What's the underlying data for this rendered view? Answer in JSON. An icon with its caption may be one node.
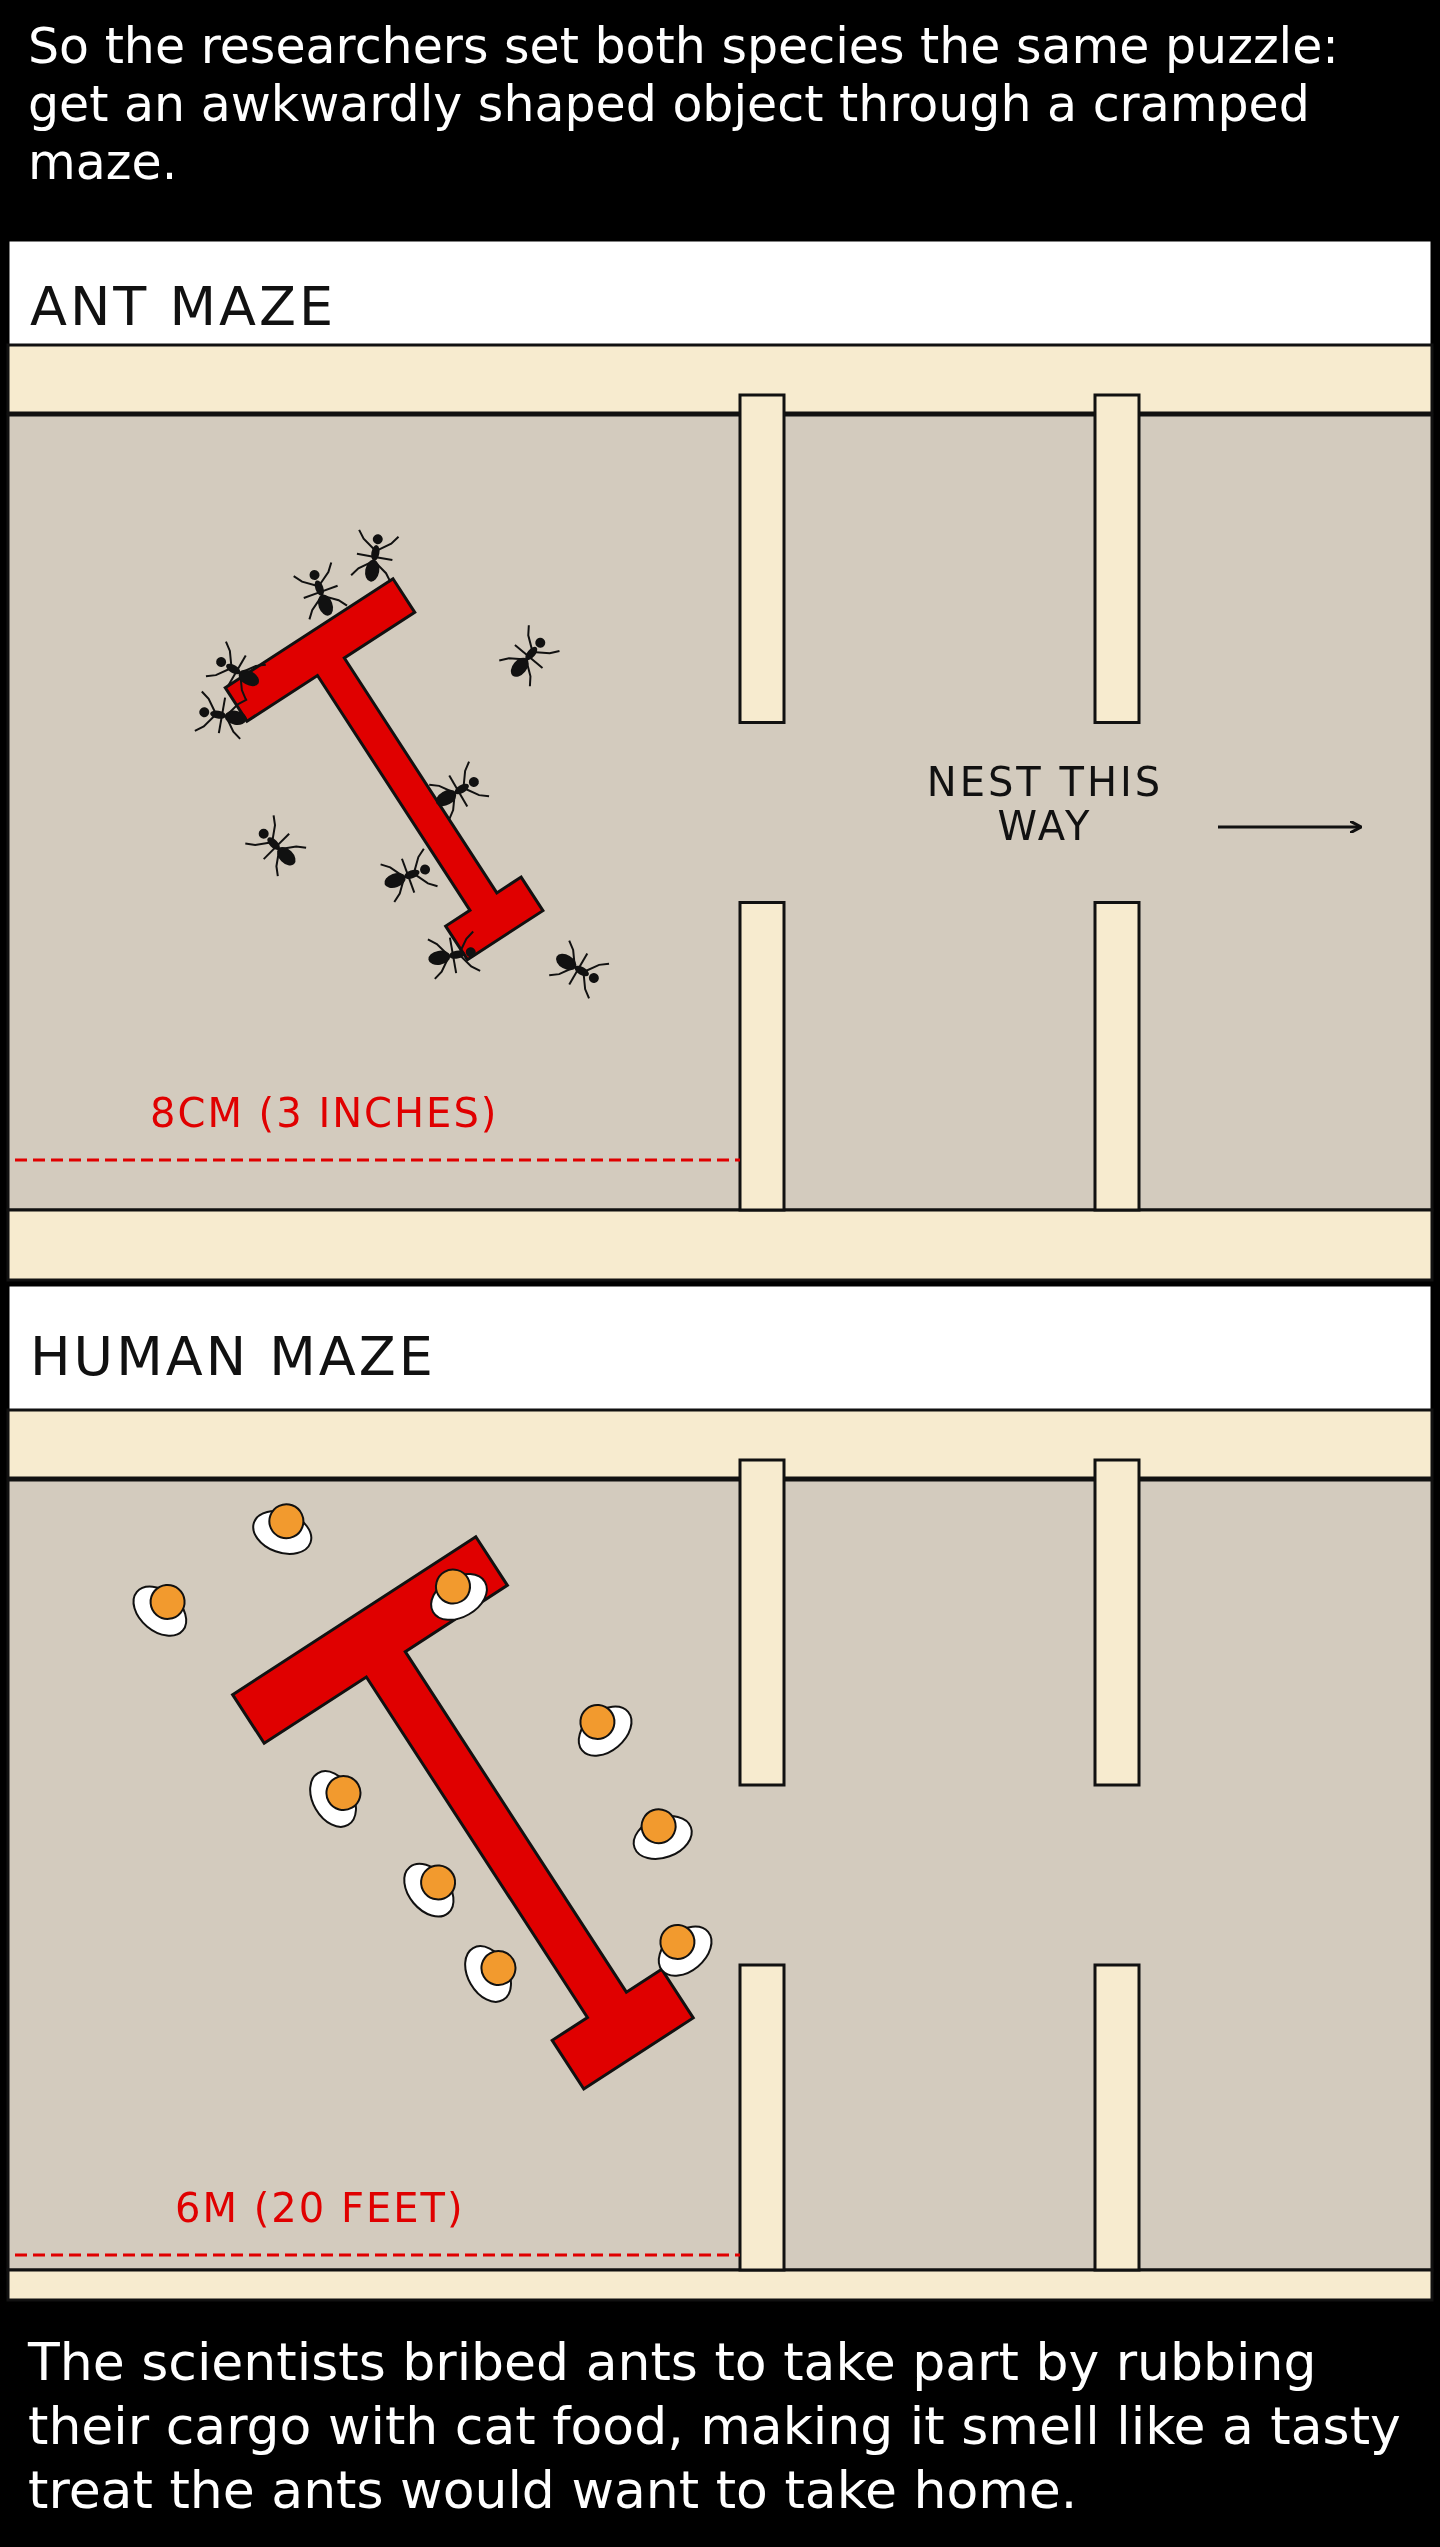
{
  "diagram": {
    "title": "So the researchers set both species the same puzzle: get an awkwardly shaped object through a cramped maze.",
    "caption": "The scientists bribed ants to take part by rubbing their cargo with cat food, making it smell like a tasty treat the ants would want to take home.",
    "labels": [
      "ANT MAZE",
      "NEST THIS WAY",
      "8CM (3 INCHES)",
      "HUMAN MAZE",
      "6M (20 FEET)"
    ]
  }
}
